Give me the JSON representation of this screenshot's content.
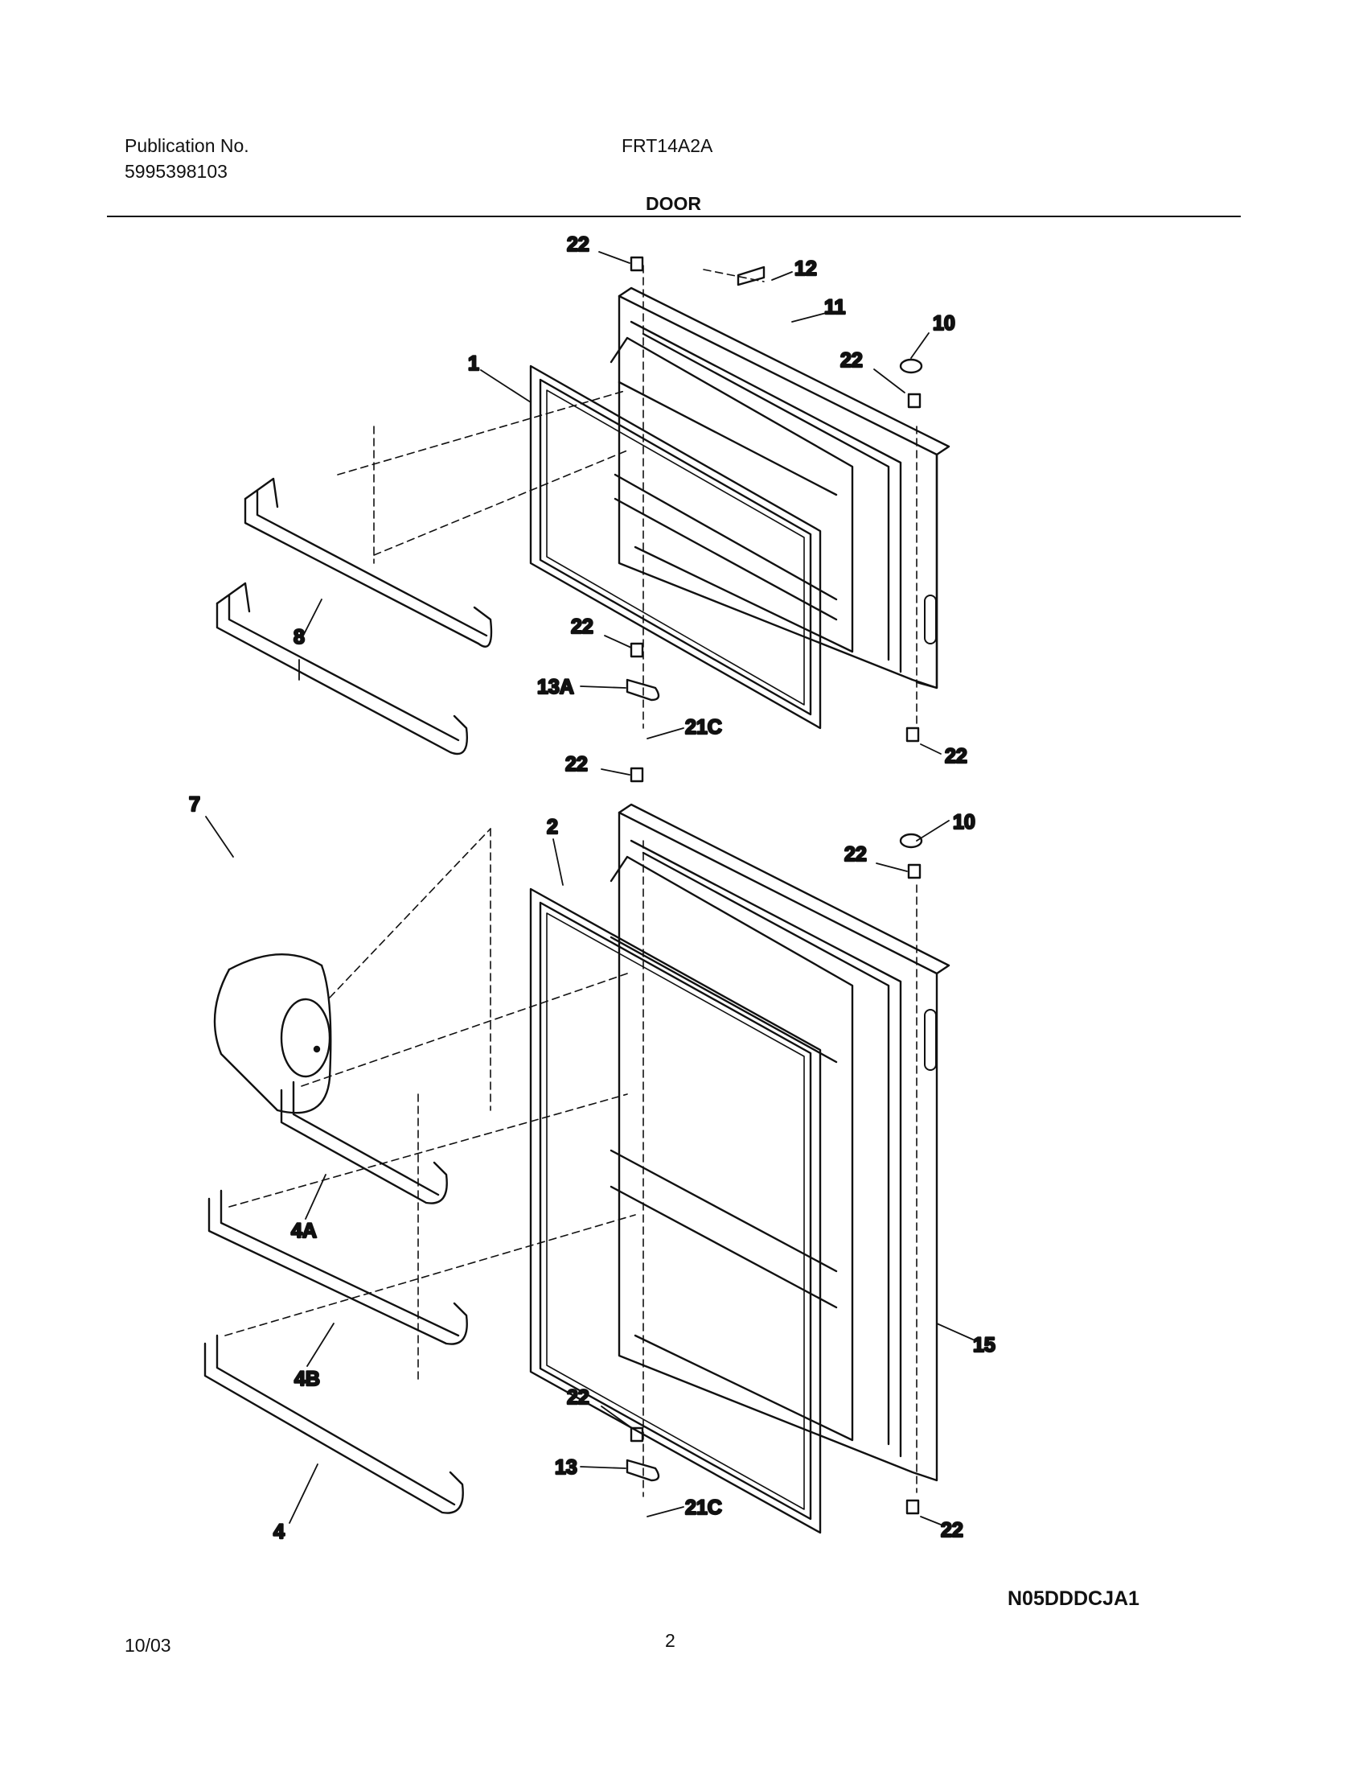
{
  "header": {
    "publication_label": "Publication No.",
    "publication_number": "5995398103",
    "model": "FRT14A2A",
    "section_title": "DOOR"
  },
  "diagram": {
    "callouts": [
      "22",
      "12",
      "11",
      "10",
      "22",
      "1",
      "8",
      "22",
      "13A",
      "21C",
      "22",
      "22",
      "7",
      "2",
      "10",
      "22",
      "4A",
      "4B",
      "15",
      "22",
      "13",
      "21C",
      "22",
      "4"
    ]
  },
  "footer": {
    "diagram_code": "N05DDDCJA1",
    "date": "10/03",
    "page_number": "2"
  }
}
